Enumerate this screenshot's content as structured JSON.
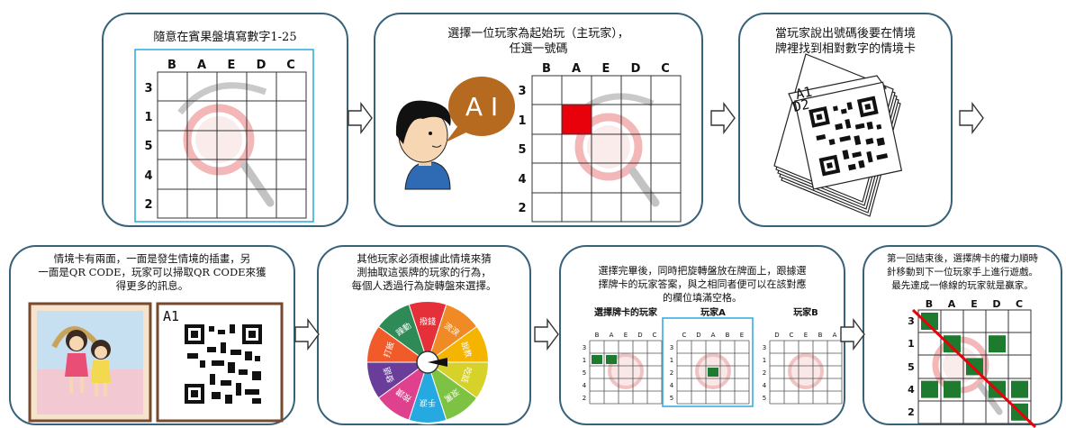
{
  "steps": [
    {
      "text": "隨意在賓果盤填寫數字1-25"
    },
    {
      "text1": "選擇一位玩家為起始玩（主玩家），",
      "text2": "任選一號碼"
    },
    {
      "text1": "當玩家說出號碼後要在情境",
      "text2": "牌裡找到相對數字的情境卡"
    },
    {
      "text1": "情境卡有兩面，一面是發生情境的插畫，另",
      "text2": "一面是QR CODE，玩家可以掃取QR CODE來獲",
      "text3": "得更多的訊息。"
    },
    {
      "text1": "其他玩家必須根據此情境來猜",
      "text2": "測抽取這張牌的玩家的行為，",
      "text3": "每個人透過行為旋轉盤來選擇。"
    },
    {
      "text1": "選擇完畢後，同時把旋轉盤放在牌面上，跟據選",
      "text2": "擇牌卡的玩家答案，與之相同者便可以在該對應",
      "text3": "的欄位填滿空格。"
    },
    {
      "text1": "第一回結束後，選擇牌卡的權力順時",
      "text2": "針移動到下一位玩家手上進行遊戲。",
      "text3": "最先達成一條線的玩家就是贏家。"
    }
  ],
  "board": {
    "columns": [
      "B",
      "A",
      "E",
      "D",
      "C"
    ],
    "rows": [
      "3",
      "1",
      "5",
      "4",
      "2"
    ]
  },
  "speech_bubble": "A I",
  "card_labels": {
    "card1": "A1",
    "card2": "D2",
    "card_front": "A1"
  },
  "mini_boards": [
    {
      "title": "選擇牌卡的玩家",
      "columns": [
        "B",
        "A",
        "E",
        "D",
        "C"
      ],
      "rows": [
        "3",
        "1",
        "5",
        "4",
        "2"
      ]
    },
    {
      "title": "玩家A",
      "columns": [
        "C",
        "D",
        "A",
        "B",
        "E"
      ],
      "rows": [
        "3",
        "1",
        "2",
        "4",
        "5"
      ]
    },
    {
      "title": "玩家B",
      "columns": [
        "D",
        "C",
        "E",
        "B",
        "A"
      ],
      "rows": [
        "3",
        "1",
        "2",
        "4",
        "5"
      ]
    }
  ],
  "wheel_labels": [
    "撥錢",
    "流淚",
    "說教",
    "吃話",
    "滾罵",
    "手淚",
    "按讚",
    "發語",
    "打飯",
    "躁動"
  ],
  "colors": {
    "panel_border": "#37627a",
    "highlight": "#e8000b",
    "board_border": "#29a9e0"
  }
}
